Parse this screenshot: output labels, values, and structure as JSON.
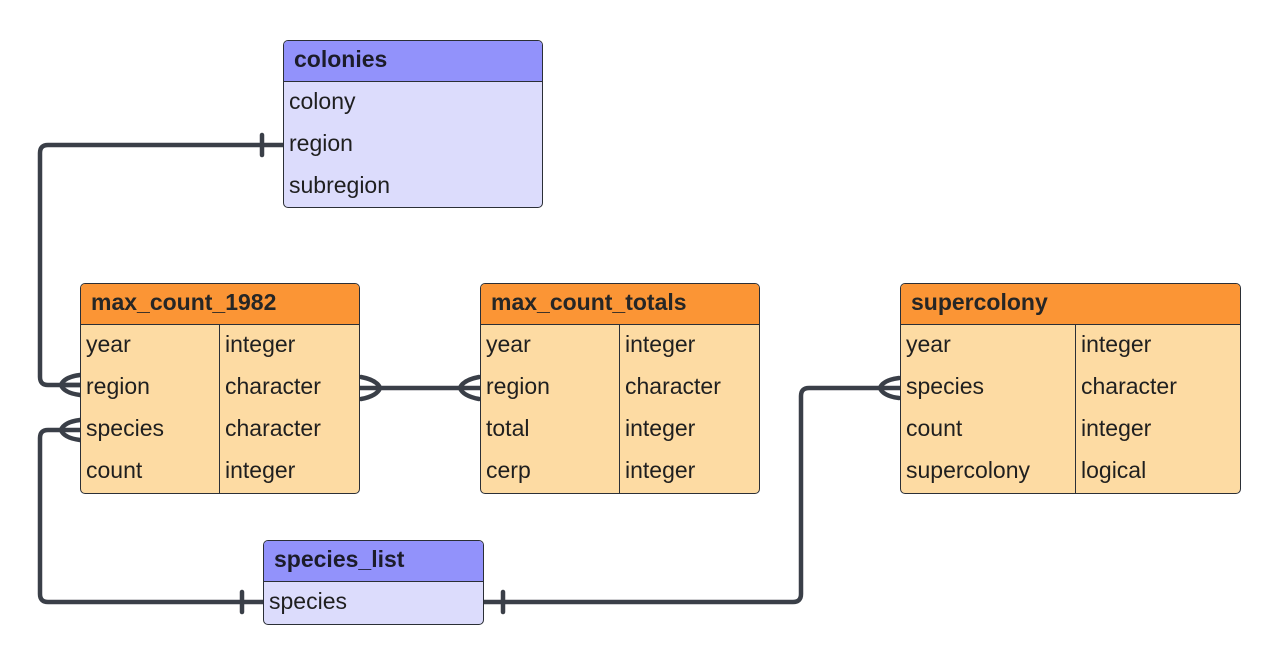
{
  "tables": {
    "colonies": {
      "name": "colonies",
      "fields": [
        "colony",
        "region",
        "subregion"
      ]
    },
    "max_count_1982": {
      "name": "max_count_1982",
      "fields": [
        {
          "name": "year",
          "type": "integer"
        },
        {
          "name": "region",
          "type": "character"
        },
        {
          "name": "species",
          "type": "character"
        },
        {
          "name": "count",
          "type": "integer"
        }
      ]
    },
    "max_count_totals": {
      "name": "max_count_totals",
      "fields": [
        {
          "name": "year",
          "type": "integer"
        },
        {
          "name": "region",
          "type": "character"
        },
        {
          "name": "total",
          "type": "integer"
        },
        {
          "name": "cerp",
          "type": "integer"
        }
      ]
    },
    "supercolony": {
      "name": "supercolony",
      "fields": [
        {
          "name": "year",
          "type": "integer"
        },
        {
          "name": "species",
          "type": "character"
        },
        {
          "name": "count",
          "type": "integer"
        },
        {
          "name": "supercolony",
          "type": "logical"
        }
      ]
    },
    "species_list": {
      "name": "species_list",
      "fields": [
        "species"
      ]
    }
  },
  "relationships": [
    {
      "from": "colonies.region",
      "from_cardinality": "one",
      "to": "max_count_1982.region",
      "to_cardinality": "many"
    },
    {
      "from": "max_count_1982.region",
      "from_cardinality": "many",
      "to": "max_count_totals.region",
      "to_cardinality": "many"
    },
    {
      "from": "species_list.species",
      "from_cardinality": "one",
      "to": "max_count_1982.species",
      "to_cardinality": "many"
    },
    {
      "from": "species_list.species",
      "from_cardinality": "one",
      "to": "supercolony.species",
      "to_cardinality": "many"
    }
  ],
  "colors": {
    "lookup_header": "#9292fb",
    "lookup_body": "#dcdcfc",
    "data_header": "#fb9535",
    "data_body": "#fddba3",
    "connector": "#3a3f48"
  }
}
